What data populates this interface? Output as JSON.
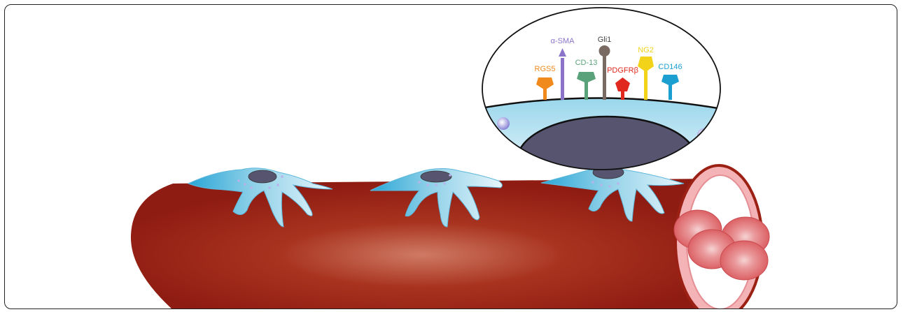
{
  "diagram": {
    "markers": [
      {
        "label": "RGS5",
        "color": "#f08a1c",
        "shape": "pentagon-receptor"
      },
      {
        "label": "α-SMA",
        "color": "#8a73c9",
        "shape": "arrow-receptor"
      },
      {
        "label": "CD-13",
        "color": "#5aa37a",
        "shape": "pentagon-receptor"
      },
      {
        "label": "Gli1",
        "color": "#7a6a64",
        "shape": "ball-receptor"
      },
      {
        "label": "PDGFRβ",
        "color": "#e0281f",
        "shape": "pentagon-receptor"
      },
      {
        "label": "NG2",
        "color": "#f3d31a",
        "shape": "hexagon-receptor"
      },
      {
        "label": "CD146",
        "color": "#1b9fd0",
        "shape": "pentagon-receptor"
      }
    ],
    "colors": {
      "vessel": "#9c2115",
      "vessel_highlight": "#c9654f",
      "vessel_lumen_ring": "#f4b3b6",
      "pericyte": "#8fd0e8",
      "nucleus": "#575470",
      "red_blood_cell": "#e0676a"
    }
  }
}
